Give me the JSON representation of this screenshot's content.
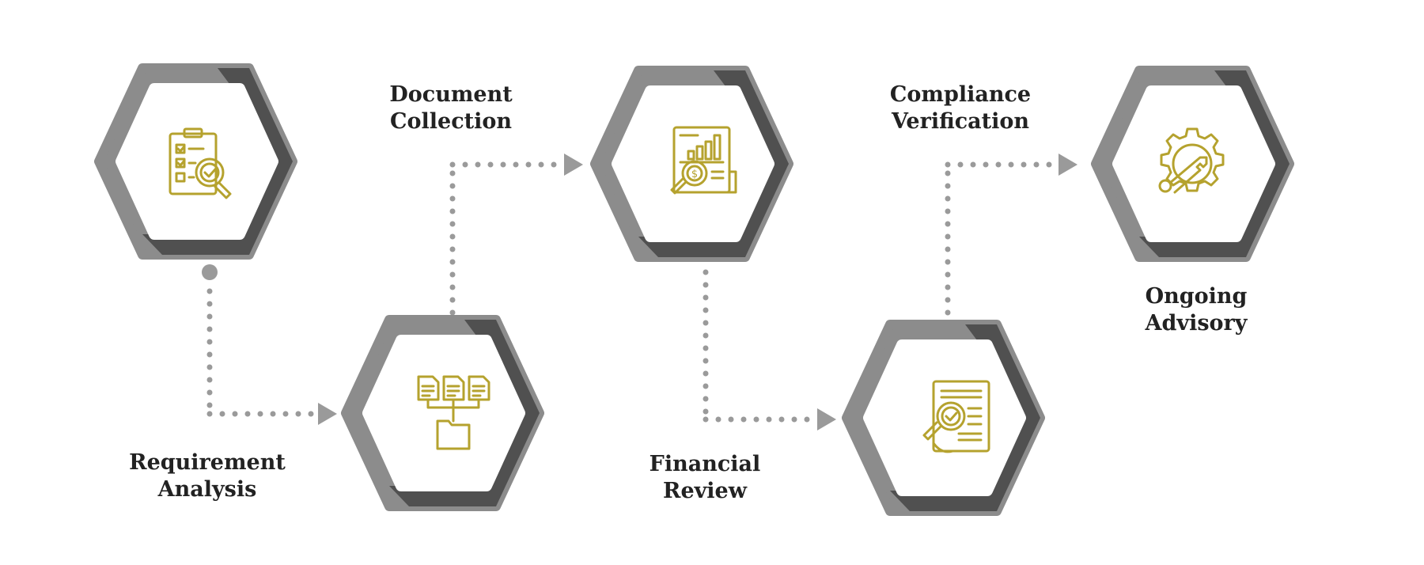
{
  "colors": {
    "hex_light": "#8c8c8c",
    "hex_dark": "#505050",
    "hex_inner": "#ffffff",
    "icon": "#b5a22e",
    "connector": "#9a9a9a",
    "text": "#222222"
  },
  "steps": [
    {
      "id": "requirement-analysis",
      "line1": "Requirement",
      "line2": "Analysis",
      "icon": "clipboard-checklist-magnifier-icon"
    },
    {
      "id": "document-collection",
      "line1": "Document",
      "line2": "Collection",
      "icon": "documents-folder-icon"
    },
    {
      "id": "financial-review",
      "line1": "Financial",
      "line2": "Review",
      "icon": "financial-report-magnifier-icon"
    },
    {
      "id": "compliance-verification",
      "line1": "Compliance",
      "line2": "Verification",
      "icon": "document-check-magnifier-icon"
    },
    {
      "id": "ongoing-advisory",
      "line1": "Ongoing",
      "line2": "Advisory",
      "icon": "gear-key-icon"
    }
  ]
}
